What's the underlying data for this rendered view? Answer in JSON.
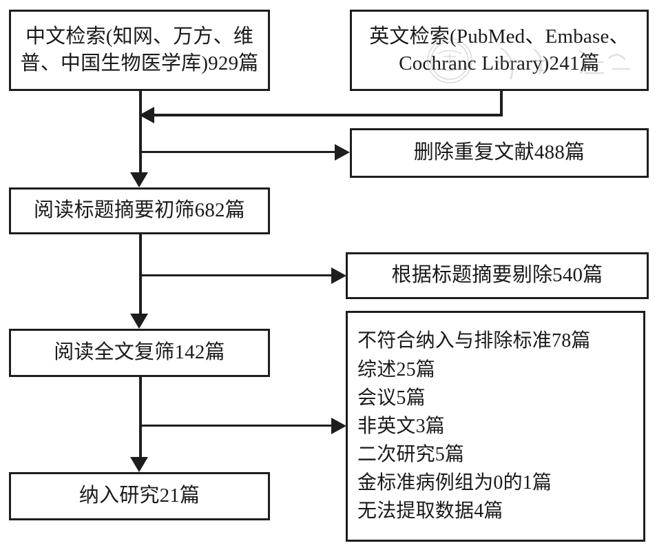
{
  "figure": {
    "type": "flowchart",
    "subject": "literature-screening-flow",
    "line_color": "#1d1d1d",
    "background_color": "#ffffff"
  },
  "nodes": {
    "cn_search": "中文检索(知网、万方、维\n普、中国生物医学库)929篇",
    "en_search": "英文检索(PubMed、Embase、\nCochranc Library)241篇",
    "dedup": "删除重复文献488篇",
    "screen1": "阅读标题摘要初筛682篇",
    "excluded_title_abstract": "根据标题摘要剔除540篇",
    "screen2": "阅读全文复筛142篇",
    "excluded_fulltext": "不符合纳入与排除标准78篇\n综述25篇\n会议5篇\n非英文3篇\n二次研究5篇\n金标准病例组为0的1篇\n无法提取数据4篇",
    "included": "纳入研究21篇"
  },
  "counts": {
    "chinese_databases_records": 929,
    "english_databases_records": 241,
    "duplicates_removed": 488,
    "title_abstract_screened": 682,
    "excluded_by_title_abstract": 540,
    "fulltext_screened": 142,
    "excluded_not_meeting_criteria": 78,
    "excluded_reviews": 25,
    "excluded_conference": 5,
    "excluded_non_english": 3,
    "excluded_secondary_research": 5,
    "excluded_zero_gold_standard_cases": 1,
    "excluded_no_extractable_data": 4,
    "studies_included": 21
  },
  "edges": [
    {
      "from": "cn_search",
      "to": "screen1",
      "style": "down-arrow"
    },
    {
      "from": "en_search",
      "to": "cn_search_trunk",
      "style": "left-arrow"
    },
    {
      "from": "cn_search_trunk",
      "to": "dedup",
      "style": "right-arrow"
    },
    {
      "from": "screen1",
      "to": "screen2",
      "style": "down-arrow"
    },
    {
      "from": "screen1_trunk",
      "to": "excluded_title_abstract",
      "style": "right-arrow"
    },
    {
      "from": "screen2",
      "to": "included",
      "style": "down-arrow"
    },
    {
      "from": "screen2_trunk",
      "to": "excluded_fulltext",
      "style": "right-arrow"
    }
  ],
  "watermark": {
    "present": true,
    "description": "faint circular seal overlapping the English search box"
  }
}
